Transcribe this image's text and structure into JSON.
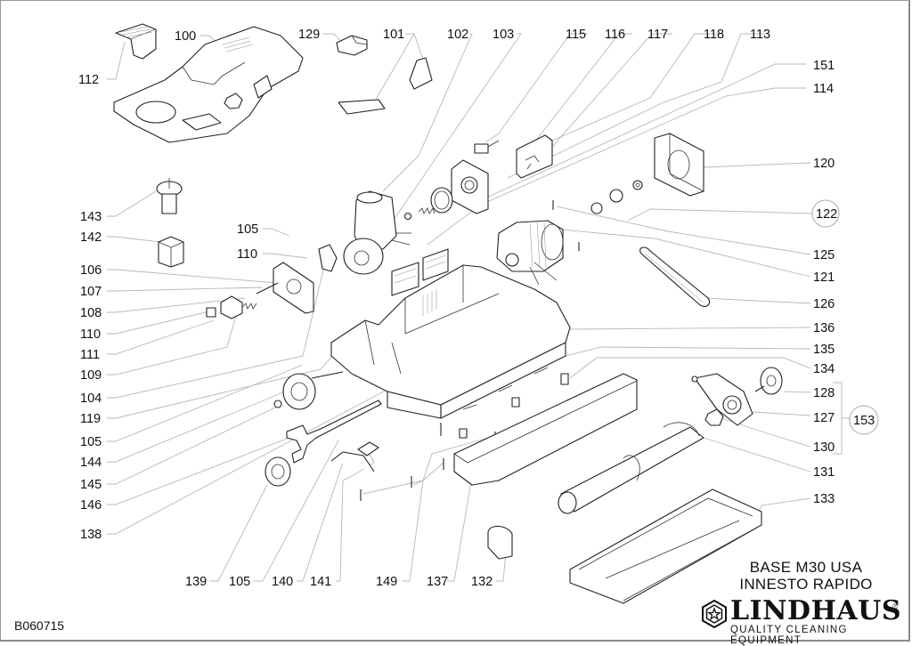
{
  "document": {
    "code": "B060715",
    "title_line1": "BASE M30 USA",
    "title_line2": "INNESTO RAPIDO"
  },
  "brand": {
    "name": "LINDHAUS",
    "registered": "®",
    "tagline": "QUALITY CLEANING EQUIPMENT",
    "logo_icon": "hexagon-star-logo"
  },
  "labels": {
    "top": [
      "129",
      "101",
      "102",
      "103",
      "115",
      "116",
      "117",
      "118",
      "113"
    ],
    "top_left": [
      "112",
      "100"
    ],
    "right": [
      "151",
      "114",
      "120",
      "122",
      "125",
      "121",
      "126",
      "136",
      "135",
      "134",
      "128",
      "127",
      "130",
      "131",
      "133"
    ],
    "left": [
      "143",
      "142",
      "106",
      "107",
      "108",
      "110",
      "111",
      "109",
      "104",
      "119",
      "105",
      "144",
      "145",
      "146",
      "138"
    ],
    "mid": [
      "105",
      "110"
    ],
    "bottom": [
      "139",
      "105",
      "140",
      "141",
      "149",
      "137",
      "132"
    ],
    "group_tags": [
      "122",
      "153"
    ]
  }
}
